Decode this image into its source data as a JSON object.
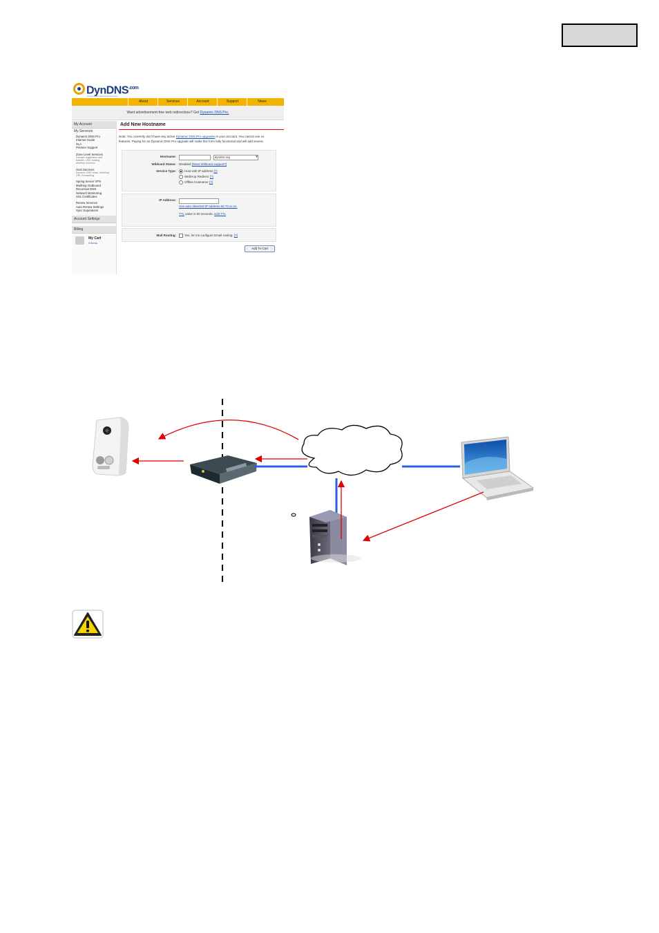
{
  "dyndns": {
    "logo": "DynDNS",
    "logo_suffix": ".com",
    "logo_tagline": "by Dynamic Network Services Inc.",
    "nav": [
      "About",
      "Services",
      "Account",
      "Support",
      "News"
    ],
    "promo_text": "Want advertisement-free web redirections? Get ",
    "promo_link": "Dynamic DNS Pro.",
    "sidebar": {
      "my_account": "My Account",
      "my_services": "My Services",
      "group1": [
        "Dynamic DNS Pro",
        "Internet Guide",
        "SLA",
        "Premier Support"
      ],
      "zone_title": "Zone Level Services",
      "zone_desc": [
        "Domain registration and",
        "transfer, DNS hosting,",
        "MailHop services"
      ],
      "host_title": "Host Services",
      "host_desc": [
        "Dynamic DNS hosts, WebHop",
        "URL Forwarding"
      ],
      "group2": [
        "Spring Server VPS",
        "MailHop Outbound",
        "Recursive DNS",
        "Network Monitoring",
        "SSL Certificates"
      ],
      "group3": [
        "Renew Services",
        "Auto Renew Settings",
        "Sync Expirations"
      ],
      "account_settings": "Account Settings",
      "billing": "Billing",
      "cart_title": "My Cart",
      "cart_items": "0 items"
    },
    "main": {
      "title": "Add New Hostname",
      "note_1a": "Note: You currently don't have any active ",
      "note_1_link": "Dynamic DNS Pro upgrades",
      "note_1b": " in your account. You cannot use so",
      "note_2": "features. Paying for an Dynamic DNS Pro upgrade will make this form fully functional and will add severa",
      "hostname_label": "Hostname:",
      "domain_value": "dyndns.org",
      "wildcard_label": "Wildcard Status:",
      "wildcard_value": "Disabled ",
      "wildcard_link": "[Want Wildcard support?]",
      "service_label": "Service Type:",
      "service_options": [
        "Host with IP address",
        "WebHop Redirect",
        "Offline Hostname"
      ],
      "help_marker": "[?]",
      "ip_label": "IP Address:",
      "ip_detect": "Use auto detected IP address 82.73.xx.xx.",
      "ttl_link": "TTL",
      "ttl_text": " value is 60 seconds. ",
      "edit_ttl": "Edit TTL",
      "mail_label": "Mail Routing:",
      "mail_text": "Yes, let me configure Email routing. ",
      "add_button": "Add To Cart"
    }
  },
  "colors": {
    "nav_yellow": "#f2b400",
    "link_blue": "#1b4fb1",
    "arrow_red": "#e00000",
    "line_blue": "#2f5fe0"
  }
}
